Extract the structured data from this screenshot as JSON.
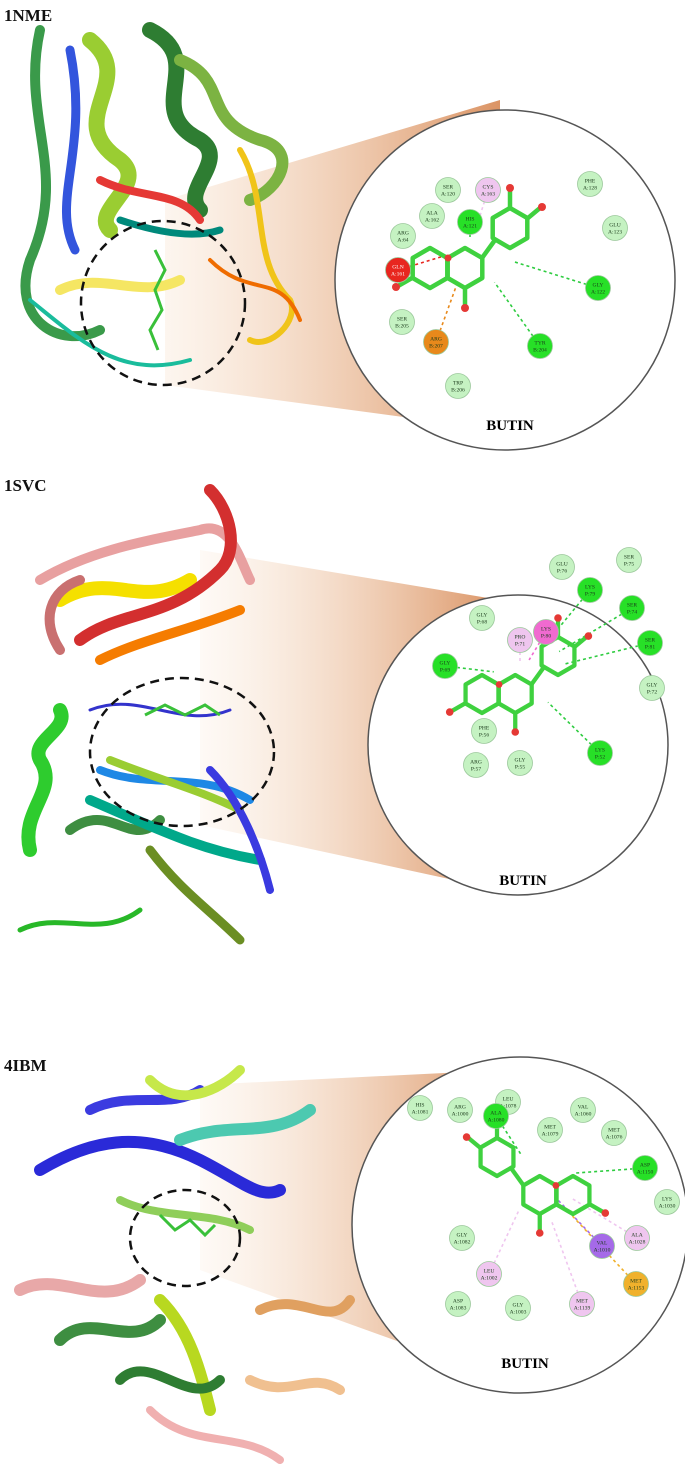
{
  "panels": [
    {
      "title": "1NME",
      "ligand": "BUTIN",
      "residues": [
        {
          "label": [
            "SER",
            "A:120"
          ],
          "type": "vdw"
        },
        {
          "label": [
            "CYS",
            "A:163"
          ],
          "type": "pi-alkyl"
        },
        {
          "label": [
            "PHE",
            "A:128"
          ],
          "type": "vdw"
        },
        {
          "label": [
            "ALA",
            "A:162"
          ],
          "type": "vdw"
        },
        {
          "label": [
            "HIS",
            "A:121"
          ],
          "type": "hbond"
        },
        {
          "label": [
            "ARG",
            "A:64"
          ],
          "type": "vdw"
        },
        {
          "label": [
            "GLU",
            "A:123"
          ],
          "type": "vdw"
        },
        {
          "label": [
            "GLN",
            "A:161"
          ],
          "type": "unfavorable"
        },
        {
          "label": [
            "GLY",
            "A:122"
          ],
          "type": "hbond"
        },
        {
          "label": [
            "SER",
            "B:205"
          ],
          "type": "vdw"
        },
        {
          "label": [
            "ARG",
            "B:207"
          ],
          "type": "pi-cation"
        },
        {
          "label": [
            "TYR",
            "B:204"
          ],
          "type": "hbond"
        },
        {
          "label": [
            "TRP",
            "B:206"
          ],
          "type": "vdw"
        }
      ]
    },
    {
      "title": "1SVC",
      "ligand": "BUTIN",
      "residues": [
        {
          "label": [
            "GLU",
            "P:76"
          ],
          "type": "vdw"
        },
        {
          "label": [
            "SER",
            "P:75"
          ],
          "type": "vdw"
        },
        {
          "label": [
            "LYS",
            "P:79"
          ],
          "type": "hbond"
        },
        {
          "label": [
            "SER",
            "P:74"
          ],
          "type": "hbond"
        },
        {
          "label": [
            "LYS",
            "P:80"
          ],
          "type": "pi-pi"
        },
        {
          "label": [
            "GLY",
            "P:68"
          ],
          "type": "vdw"
        },
        {
          "label": [
            "PRO",
            "P:71"
          ],
          "type": "pi-alkyl"
        },
        {
          "label": [
            "SER",
            "P:81"
          ],
          "type": "hbond"
        },
        {
          "label": [
            "GLY",
            "P:69"
          ],
          "type": "hbond"
        },
        {
          "label": [
            "GLY",
            "P:72"
          ],
          "type": "vdw"
        },
        {
          "label": [
            "LYS",
            "P:52"
          ],
          "type": "hbond"
        },
        {
          "label": [
            "PHE",
            "P:56"
          ],
          "type": "vdw"
        },
        {
          "label": [
            "ARG",
            "P:57"
          ],
          "type": "vdw"
        },
        {
          "label": [
            "GLY",
            "P:55"
          ],
          "type": "vdw"
        }
      ]
    },
    {
      "title": "4IBM",
      "ligand": "BUTIN",
      "residues": [
        {
          "label": [
            "LEU",
            "A:1078"
          ],
          "type": "vdw"
        },
        {
          "label": [
            "VAL",
            "A:1060"
          ],
          "type": "vdw"
        },
        {
          "label": [
            "HIS",
            "A:1081"
          ],
          "type": "vdw"
        },
        {
          "label": [
            "ARG",
            "A:1000"
          ],
          "type": "vdw"
        },
        {
          "label": [
            "ALA",
            "A:1080"
          ],
          "type": "hbond"
        },
        {
          "label": [
            "MET",
            "A:1079"
          ],
          "type": "vdw"
        },
        {
          "label": [
            "MET",
            "A:1076"
          ],
          "type": "vdw"
        },
        {
          "label": [
            "ASP",
            "A:1150"
          ],
          "type": "hbond"
        },
        {
          "label": [
            "LYS",
            "A:1030"
          ],
          "type": "vdw"
        },
        {
          "label": [
            "ALA",
            "A:1028"
          ],
          "type": "pi-alkyl"
        },
        {
          "label": [
            "GLY",
            "A:1082"
          ],
          "type": "vdw"
        },
        {
          "label": [
            "VAL",
            "A:1010"
          ],
          "type": "pi-sigma"
        },
        {
          "label": [
            "LEU",
            "A:1002"
          ],
          "type": "pi-alkyl"
        },
        {
          "label": [
            "MET",
            "A:1153"
          ],
          "type": "pi-sulfur"
        },
        {
          "label": [
            "ASP",
            "A:1083"
          ],
          "type": "vdw"
        },
        {
          "label": [
            "GLY",
            "A:1003"
          ],
          "type": "vdw"
        },
        {
          "label": [
            "MET",
            "A:1139"
          ],
          "type": "pi-alkyl"
        }
      ]
    }
  ],
  "interaction_colors": {
    "vdw": "#c5f2c2",
    "hbond": "#27e027",
    "pi-alkyl": "#efc6ef",
    "pi-pi": "#f06ad0",
    "pi-sigma": "#a56ae8",
    "pi-cation": "#e8891b",
    "pi-sulfur": "#f0b12c",
    "unfavorable": "#e8261f"
  }
}
